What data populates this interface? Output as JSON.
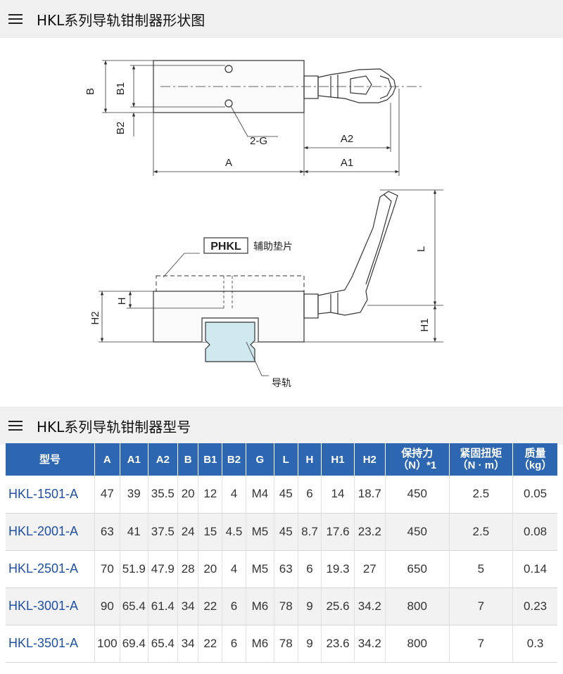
{
  "section1": {
    "title": "HKL系列导轨钳制器形状图"
  },
  "section2": {
    "title": "HKL系列导轨钳制器型号"
  },
  "diagram": {
    "labels": {
      "B": "B",
      "B1": "B1",
      "B2": "B2",
      "G": "2-G",
      "A": "A",
      "A1": "A1",
      "A2": "A2",
      "L": "L",
      "H": "H",
      "H1": "H1",
      "H2": "H2",
      "phkl": "PHKL",
      "phkl_note": "辅助垫片",
      "rail": "导轨"
    }
  },
  "table": {
    "headers": [
      "型号",
      "A",
      "A1",
      "A2",
      "B",
      "B1",
      "B2",
      "G",
      "L",
      "H",
      "H1",
      "H2",
      "保持力\n（N）*1",
      "紧固扭矩\n（N · m）",
      "质量\n（kg）"
    ],
    "rows": [
      [
        "HKL-1501-A",
        "47",
        "39",
        "35.5",
        "20",
        "12",
        "4",
        "M4",
        "45",
        "6",
        "14",
        "18.7",
        "450",
        "2.5",
        "0.05"
      ],
      [
        "HKL-2001-A",
        "63",
        "41",
        "37.5",
        "24",
        "15",
        "4.5",
        "M5",
        "45",
        "8.7",
        "17.6",
        "23.2",
        "450",
        "2.5",
        "0.08"
      ],
      [
        "HKL-2501-A",
        "70",
        "51.9",
        "47.9",
        "28",
        "20",
        "4",
        "M5",
        "63",
        "6",
        "19.3",
        "27",
        "650",
        "5",
        "0.14"
      ],
      [
        "HKL-3001-A",
        "90",
        "65.4",
        "61.4",
        "34",
        "22",
        "6",
        "M6",
        "78",
        "9",
        "25.6",
        "34.2",
        "800",
        "7",
        "0.23"
      ],
      [
        "HKL-3501-A",
        "100",
        "69.4",
        "65.4",
        "34",
        "22",
        "6",
        "M6",
        "78",
        "9",
        "23.6",
        "34.2",
        "800",
        "7",
        "0.3"
      ]
    ]
  }
}
